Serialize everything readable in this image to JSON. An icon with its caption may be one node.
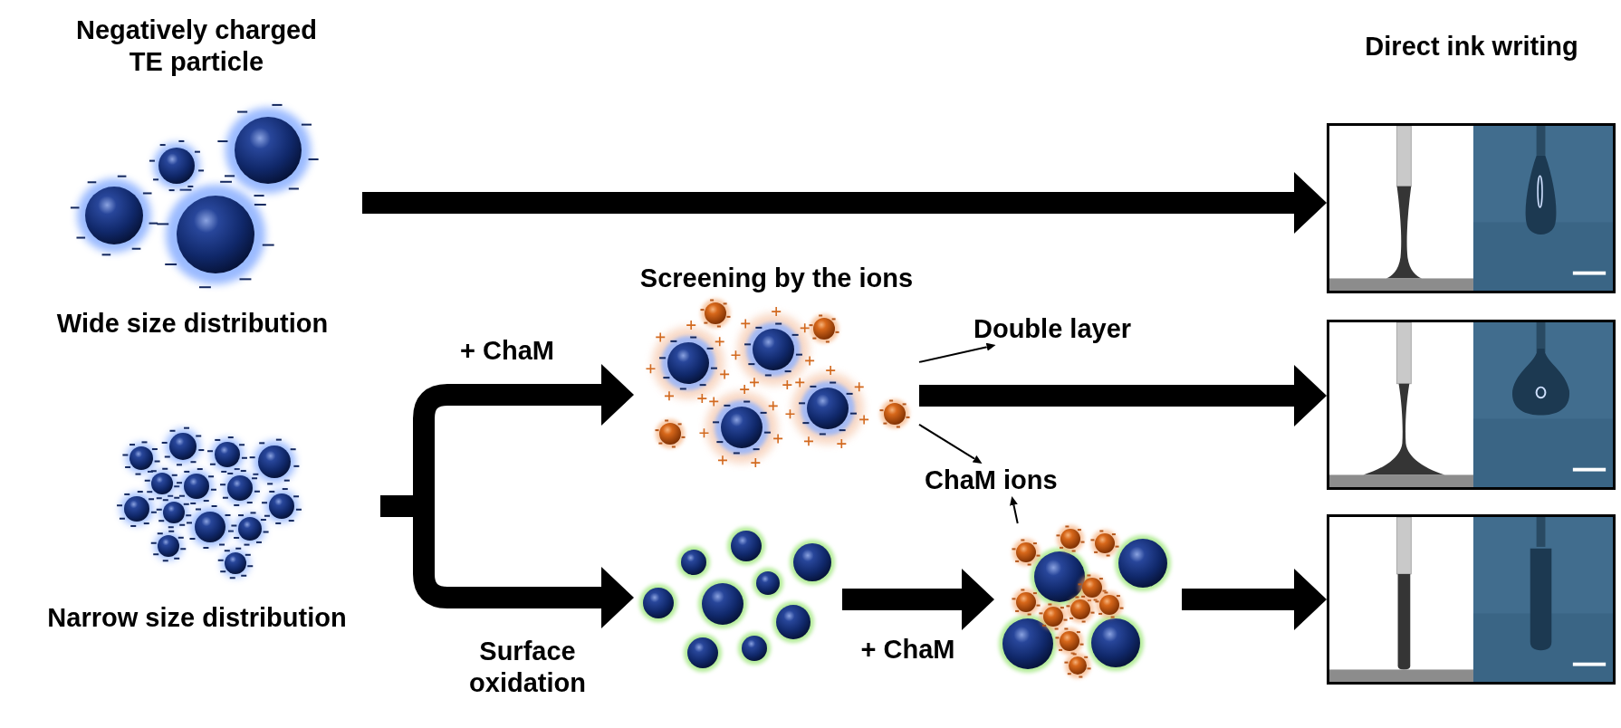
{
  "diagram": {
    "nodes": [
      {
        "text": [
          "Negatively charged TE particle",
          "Wide size distribution"
        ]
      },
      {
        "text": [
          "Narrow size distribution"
        ]
      },
      {
        "text": [
          "Screening by the ions"
        ]
      },
      {
        "text": [],
        "shape": "picture"
      },
      {
        "text": [],
        "shape": "picture"
      },
      {
        "text": [],
        "shape": "picture"
      },
      {
        "text": [],
        "shape": "picture"
      },
      {
        "text": [],
        "shape": "picture"
      },
      {
        "text": [
          "Double layer"
        ]
      },
      {
        "text": [
          "ChaM ions"
        ]
      }
    ],
    "edges": [
      {
        "from": 0,
        "to": 5,
        "arrow": "to"
      },
      {
        "from": 1,
        "to": 2,
        "arrow": "to",
        "label": "+ ChaM"
      },
      {
        "from": 1,
        "to": 3,
        "arrow": "to",
        "label": "Surface oxidation"
      },
      {
        "from": 2,
        "to": 6,
        "arrow": "to"
      },
      {
        "from": 3,
        "to": 4,
        "arrow": "to",
        "label": "+ ChaM"
      },
      {
        "from": 4,
        "to": 7,
        "arrow": "to"
      },
      {
        "from": 2,
        "to": 8,
        "arrow": "to"
      },
      {
        "from": 2,
        "to": 9,
        "arrow": "to"
      },
      {
        "from": 4,
        "to": 9,
        "arrow": "to"
      }
    ],
    "labels": [
      "Direct ink writing"
    ]
  }
}
